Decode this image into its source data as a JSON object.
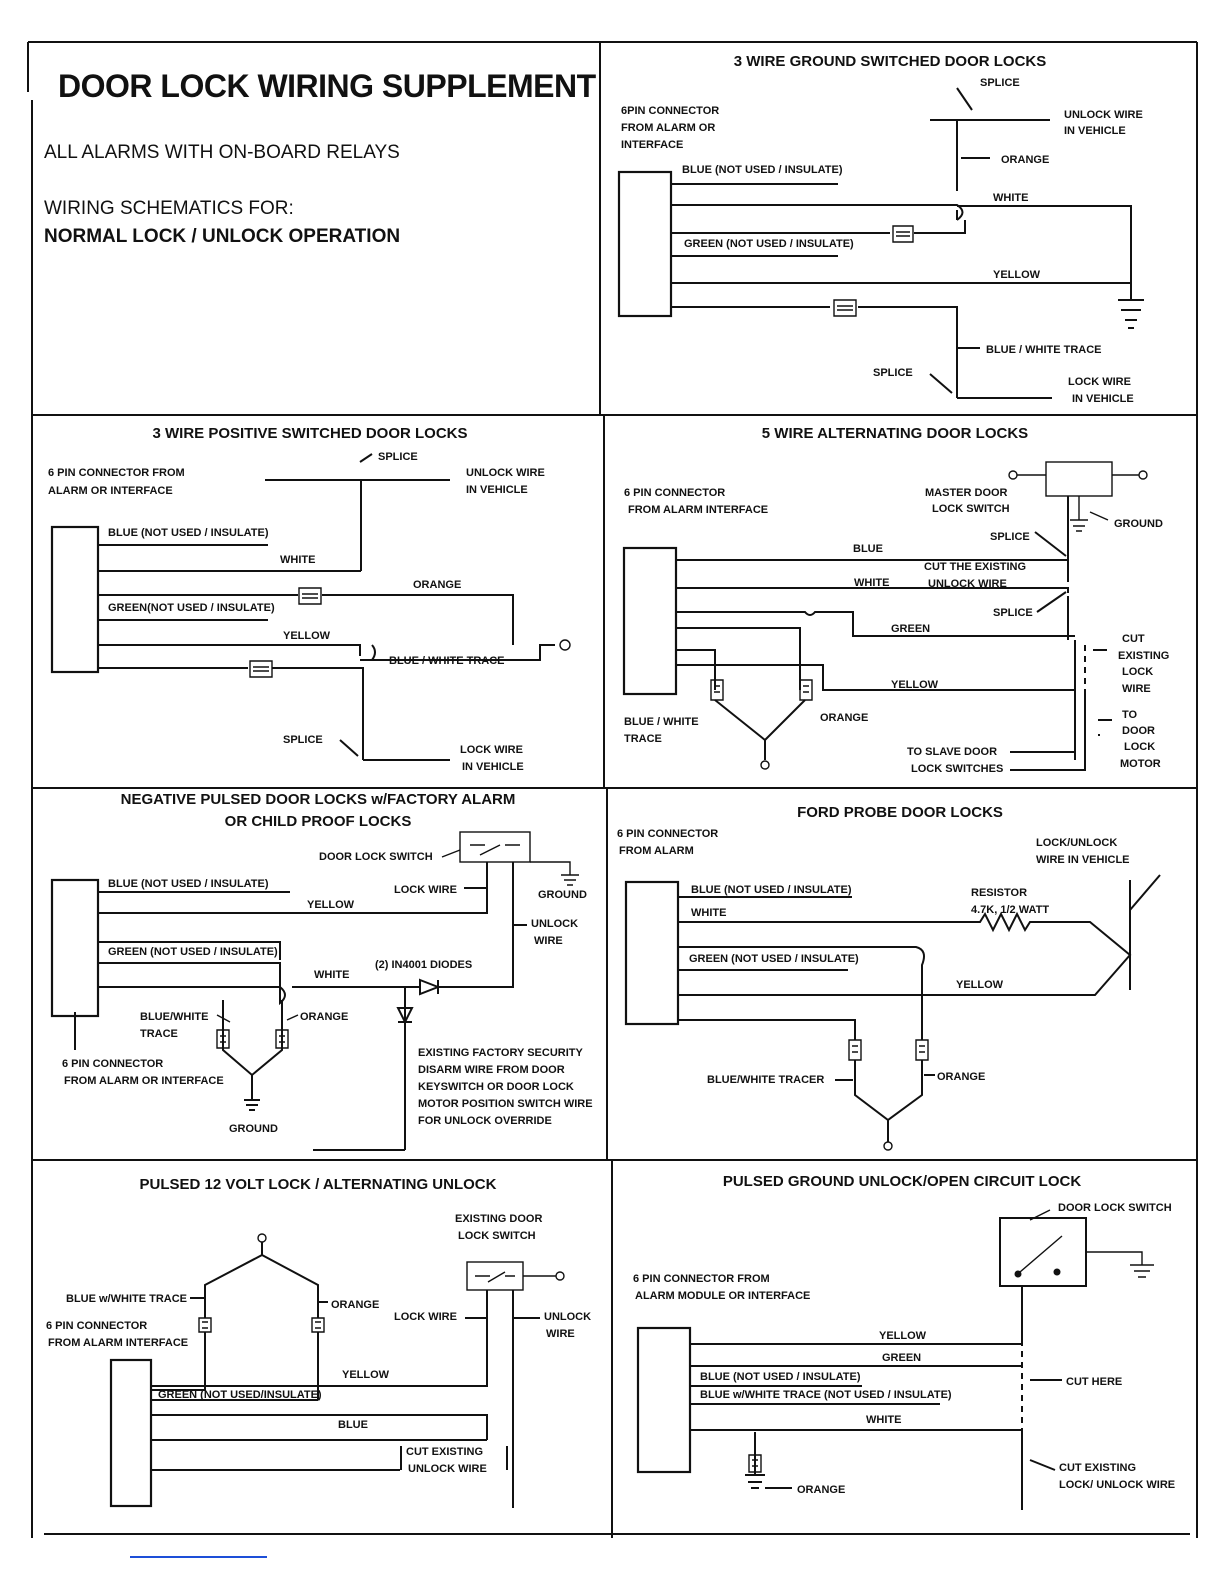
{
  "header": {
    "title": "DOOR LOCK WIRING SUPPLEMENT",
    "line1": "ALL ALARMS WITH ON-BOARD RELAYS",
    "line2": "WIRING SCHEMATICS FOR:",
    "line3": "NORMAL LOCK / UNLOCK OPERATION"
  },
  "panels": {
    "p1": {
      "title": "3 WIRE GROUND SWITCHED DOOR LOCKS",
      "splice_top": "SPLICE",
      "connector_1": "6PIN CONNECTOR",
      "connector_2": "FROM ALARM OR",
      "connector_3": "INTERFACE",
      "unlock_1": "UNLOCK WIRE",
      "unlock_2": "IN VEHICLE",
      "orange": "ORANGE",
      "blue": "BLUE (NOT USED / INSULATE)",
      "white": "WHITE",
      "green": "GREEN (NOT USED / INSULATE)",
      "yellow": "YELLOW",
      "bluewhite": "BLUE / WHITE TRACE",
      "splice_bottom": "SPLICE",
      "lock_1": "LOCK WIRE",
      "lock_2": "IN VEHICLE"
    },
    "p2": {
      "title": "3 WIRE POSITIVE SWITCHED DOOR LOCKS",
      "splice_top": "SPLICE",
      "connector_1": "6 PIN CONNECTOR FROM",
      "connector_2": "ALARM OR INTERFACE",
      "unlock_1": "UNLOCK WIRE",
      "unlock_2": "IN VEHICLE",
      "blue": "BLUE (NOT USED / INSULATE)",
      "white": "WHITE",
      "orange": "ORANGE",
      "green": "GREEN(NOT USED / INSULATE)",
      "yellow": "YELLOW",
      "bluewhite": "BLUE / WHITE TRACE",
      "splice_bottom": "SPLICE",
      "lock_1": "LOCK WIRE",
      "lock_2": "IN VEHICLE"
    },
    "p3": {
      "title": "5 WIRE ALTERNATING DOOR LOCKS",
      "connector_1": "6 PIN CONNECTOR",
      "connector_2": "FROM ALARM INTERFACE",
      "master_1": "MASTER DOOR",
      "master_2": "LOCK SWITCH",
      "ground": "GROUND",
      "splice_1": "SPLICE",
      "blue": "BLUE",
      "cut_1": "CUT THE EXISTING",
      "cut_2": "UNLOCK WIRE",
      "white": "WHITE",
      "splice_2": "SPLICE",
      "green": "GREEN",
      "cutlock_1": "CUT",
      "cutlock_2": "EXISTING",
      "cutlock_3": "LOCK",
      "cutlock_4": "WIRE",
      "yellow": "YELLOW",
      "bluewhite_1": "BLUE / WHITE",
      "bluewhite_2": "TRACE",
      "orange": "ORANGE",
      "motor_1": "TO",
      "motor_2": "DOOR",
      "motor_3": "LOCK",
      "motor_4": "MOTOR",
      "slave_1": "TO SLAVE DOOR",
      "slave_2": "LOCK SWITCHES"
    },
    "p4": {
      "title_1": "NEGATIVE PULSED DOOR LOCKS w/FACTORY ALARM",
      "title_2": "OR CHILD PROOF LOCKS",
      "switch": "DOOR LOCK SWITCH",
      "blue": "BLUE (NOT USED / INSULATE)",
      "lockwire": "LOCK WIRE",
      "ground_top": "GROUND",
      "yellow": "YELLOW",
      "unlock_1": "UNLOCK",
      "unlock_2": "WIRE",
      "green": "GREEN (NOT USED / INSULATE)",
      "diodes": "(2) IN4001 DIODES",
      "white": "WHITE",
      "bluewhite_1": "BLUE/WHITE",
      "bluewhite_2": "TRACE",
      "orange": "ORANGE",
      "connector_1": "6 PIN CONNECTOR",
      "connector_2": "FROM ALARM OR INTERFACE",
      "ground_bottom": "GROUND",
      "note_1": "EXISTING FACTORY SECURITY",
      "note_2": "DISARM WIRE FROM DOOR",
      "note_3": "KEYSWITCH OR DOOR LOCK",
      "note_4": "MOTOR POSITION SWITCH WIRE",
      "note_5": "FOR UNLOCK OVERRIDE"
    },
    "p5": {
      "title": "FORD PROBE DOOR LOCKS",
      "connector_1": "6 PIN CONNECTOR",
      "connector_2": "FROM ALARM",
      "lockunlock_1": "LOCK/UNLOCK",
      "lockunlock_2": "WIRE IN VEHICLE",
      "blue": "BLUE (NOT USED / INSULATE)",
      "resistor_1": "RESISTOR",
      "resistor_2": "4.7K, 1/2 WATT",
      "white": "WHITE",
      "green": "GREEN (NOT USED / INSULATE)",
      "yellow": "YELLOW",
      "bluewhite": "BLUE/WHITE TRACER",
      "orange": "ORANGE"
    },
    "p6": {
      "title": "PULSED 12 VOLT LOCK / ALTERNATING UNLOCK",
      "switch_1": "EXISTING DOOR",
      "switch_2": "LOCK SWITCH",
      "bluewhite": "BLUE w/WHITE TRACE",
      "orange": "ORANGE",
      "connector_1": "6 PIN CONNECTOR",
      "connector_2": "FROM ALARM  INTERFACE",
      "lockwire": "LOCK WIRE",
      "unlock_1": "UNLOCK",
      "unlock_2": "WIRE",
      "yellow": "YELLOW",
      "green": "GREEN (NOT USED/INSULATE)",
      "blue": "BLUE",
      "cut_1": "CUT EXISTING",
      "cut_2": "UNLOCK  WIRE"
    },
    "p7": {
      "title": "PULSED GROUND UNLOCK/OPEN CIRCUIT LOCK",
      "switch": "DOOR LOCK SWITCH",
      "connector_1": "6 PIN CONNECTOR FROM",
      "connector_2": "ALARM MODULE OR INTERFACE",
      "yellow": "YELLOW",
      "green": "GREEN",
      "blue": "BLUE (NOT USED /  INSULATE)",
      "bluewhite": "BLUE w/WHITE TRACE (NOT USED /  INSULATE)",
      "cuthere": "CUT HERE",
      "white": "WHITE",
      "cut_1": "CUT EXISTING",
      "cut_2": "LOCK/ UNLOCK  WIRE",
      "orange": "ORANGE"
    }
  }
}
